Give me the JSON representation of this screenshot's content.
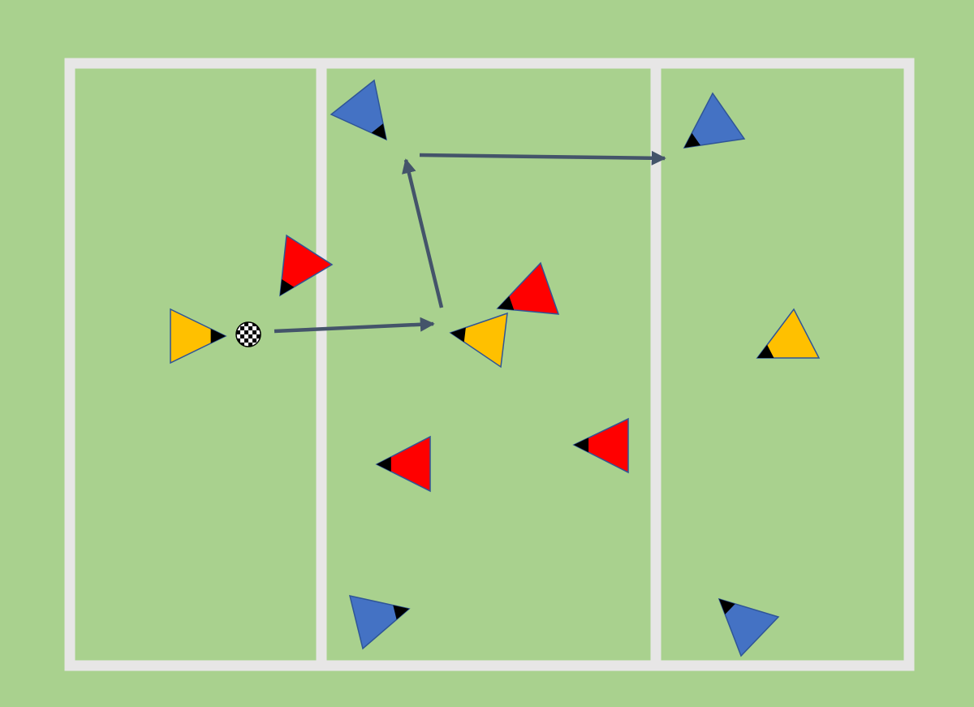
{
  "diagram": {
    "zones": [
      {
        "id": "left-zone"
      },
      {
        "id": "middle-zone"
      },
      {
        "id": "right-zone"
      }
    ],
    "players": [
      {
        "id": "attacker-ball-carrier",
        "team": "yellow"
      },
      {
        "id": "attacker-middle",
        "team": "yellow"
      },
      {
        "id": "attacker-right",
        "team": "yellow"
      },
      {
        "id": "defender-left-zone",
        "team": "red"
      },
      {
        "id": "defender-middle-top",
        "team": "red"
      },
      {
        "id": "defender-middle-left",
        "team": "red"
      },
      {
        "id": "defender-middle-right",
        "team": "red"
      },
      {
        "id": "neutral-middle-top",
        "team": "blue"
      },
      {
        "id": "neutral-middle-bottom",
        "team": "blue"
      },
      {
        "id": "neutral-right-top",
        "team": "blue"
      },
      {
        "id": "neutral-right-bottom",
        "team": "blue"
      }
    ],
    "passes": [
      {
        "id": "pass-1",
        "from": "attacker-ball-carrier",
        "to": "attacker-middle"
      },
      {
        "id": "pass-2",
        "from": "attacker-middle",
        "to": "space-top-middle"
      },
      {
        "id": "pass-3",
        "from": "space-top-middle",
        "to": "neutral-right-top"
      }
    ],
    "ball": {
      "holder": "attacker-ball-carrier"
    }
  },
  "colors": {
    "pitch": "#a9d18e",
    "line": "#e7e6e6",
    "yellow": "#ffc000",
    "red": "#ff0000",
    "blue": "#4472c4",
    "outline": "#2f5597",
    "arrow": "#44546a",
    "marker": "#000000"
  }
}
